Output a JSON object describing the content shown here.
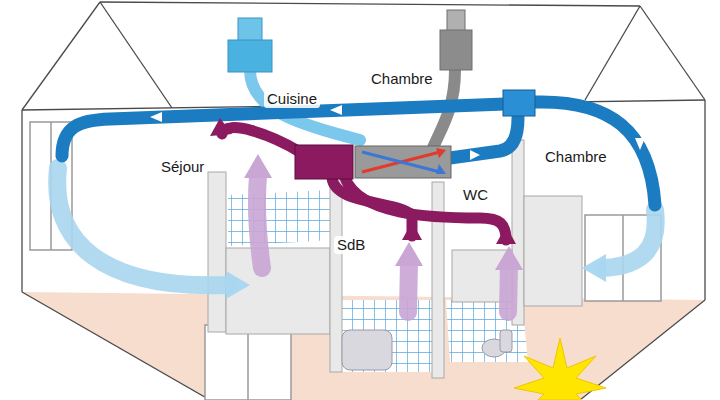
{
  "diagram": {
    "labels": [
      "Cuisine",
      "Chambre",
      "Séjour",
      "Chambre",
      "SdB",
      "WC"
    ]
  }
}
